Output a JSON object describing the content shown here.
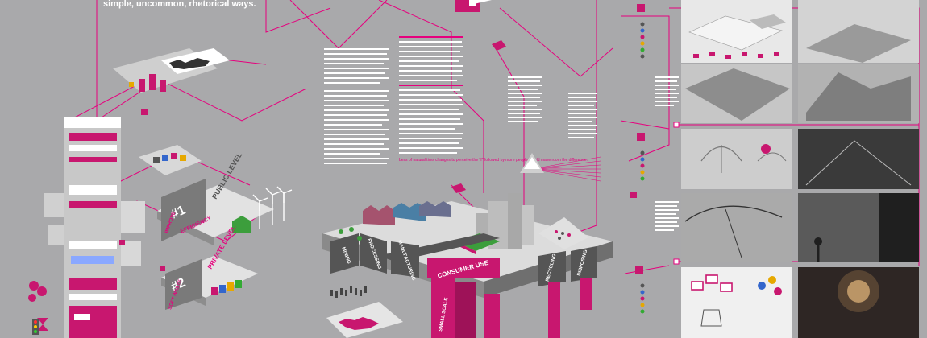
{
  "poster": {
    "headline": "simple, uncommon, rhetorical ways.",
    "accent_color": "#c8176f",
    "line_color": "#e6007e",
    "background_color": "#a9a9ab"
  },
  "levels": [
    {
      "number": "#1",
      "name": "PUBLIC LEVEL",
      "sub1": "EFFICIENCY",
      "sub2": "IMPROVE"
    },
    {
      "number": "#2",
      "name": "PRIVATE LEVEL",
      "sub1": "SOFT WASTE",
      "sub2": ""
    }
  ],
  "stages": [
    "MINING",
    "PROCESSING",
    "MANUFACTURING",
    "CONSUMER USE",
    "RECYCLING",
    "DISPOSING"
  ],
  "bottom_label": "SMALL SCALE",
  "text_columns": {
    "col3_highlight": "Less of natural tires changes to perceive the \"I\" followed by more people would make room the difference."
  }
}
